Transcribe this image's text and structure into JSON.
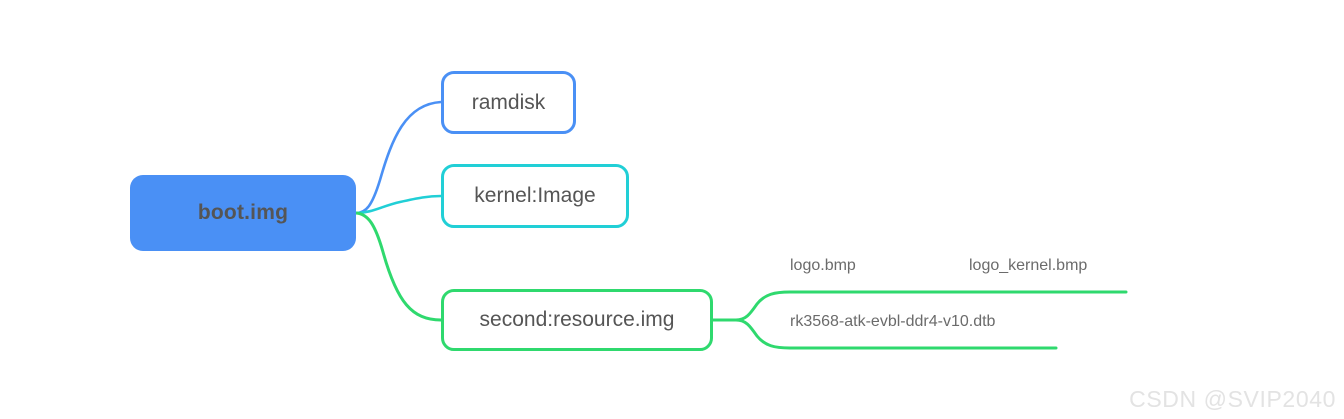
{
  "diagram": {
    "type": "mindmap",
    "root": {
      "id": "root",
      "label": "boot.img",
      "color": "#4a90f5",
      "text_color": "#ffffff"
    },
    "children": [
      {
        "id": "ramdisk",
        "label": "ramdisk",
        "color": "#4a90f5",
        "text_color": "#555555"
      },
      {
        "id": "kernel",
        "label": "kernel:Image",
        "color": "#21cfd6",
        "text_color": "#555555"
      },
      {
        "id": "resource",
        "label": "second:resource.img",
        "color": "#2fd96e",
        "text_color": "#555555",
        "children": [
          {
            "id": "logo-bmp",
            "label": "logo.bmp",
            "color": "#2fd96e",
            "text_color": "#6b6b6b"
          },
          {
            "id": "logo-kernel-bmp",
            "label": "logo_kernel.bmp",
            "color": "#2fd96e",
            "text_color": "#6b6b6b"
          },
          {
            "id": "dtb",
            "label": "rk3568-atk-evbl-ddr4-v10.dtb",
            "color": "#2fd96e",
            "text_color": "#6b6b6b"
          }
        ]
      }
    ]
  },
  "watermark": {
    "text": "CSDN @SVIP2040",
    "color": "#e3e3e3"
  }
}
